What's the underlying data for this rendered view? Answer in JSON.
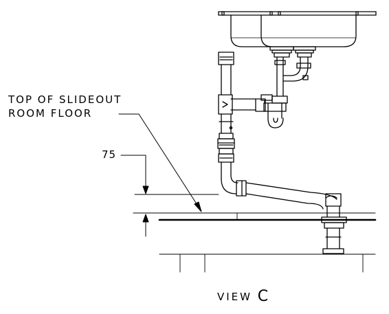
{
  "callout": {
    "line1": "TOP OF SLIDEOUT",
    "line2": "ROOM FLOOR"
  },
  "dimension": {
    "value": "75"
  },
  "view": {
    "prefix": "VIEW",
    "letter": "C"
  },
  "colors": {
    "line": "#000000",
    "background": "#ffffff"
  }
}
